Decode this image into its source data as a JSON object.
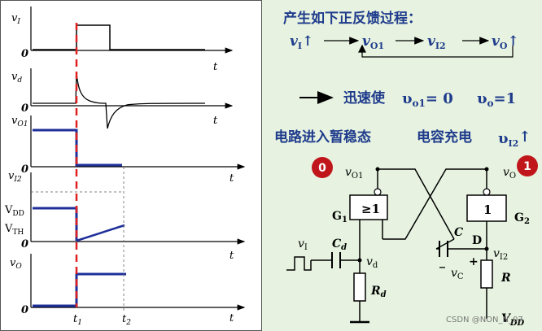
{
  "timing": {
    "vI": "v",
    "vI_sub": "I",
    "vd": "v",
    "vd_sub": "d",
    "vO1": "v",
    "vO1_sub": "O1",
    "vI2": "v",
    "vI2_sub": "I2",
    "vO": "v",
    "vO_sub": "O",
    "zero": "0",
    "t": "t",
    "vdd": "V",
    "vdd_sub": "DD",
    "vth": "V",
    "vth_sub": "TH",
    "t1": "t",
    "t1_sub": "1",
    "t2": "t",
    "t2_sub": "2"
  },
  "right": {
    "heading": "产生如下正反馈过程：",
    "chain": {
      "v": "v",
      "sub_I": "I",
      "sub_O1": "O1",
      "sub_I2": "I2",
      "sub_O": "O",
      "up": "↑"
    },
    "fast_text": "迅速使",
    "fast_eq1": "υ",
    "fast_eq1_sub": "o1",
    "fast_eq1_val": "= 0",
    "fast_eq2": "υ",
    "fast_eq2_sub": "o",
    "fast_eq2_val": "=1",
    "state_text": "电路进入暂稳态",
    "charge_text": "电容充电",
    "charge_var": "υ",
    "charge_sub": "I2",
    "charge_up": "↑"
  },
  "circuit": {
    "badge0": "0",
    "badge1": "1",
    "vO1": "v",
    "vO1_sub": "O1",
    "vO": "v",
    "vO_sub": "O",
    "g1_label": "≥1",
    "g1_name": "G",
    "g1_sub": "1",
    "g2_label": "1",
    "g2_name": "G",
    "g2_sub": "2",
    "vI": "v",
    "vI_sub": "I",
    "Cd": "C",
    "Cd_sub": "d",
    "vd": "v",
    "vd_sub": "d",
    "Rd": "R",
    "Rd_sub": "d",
    "C": "C",
    "D": "D",
    "vI2": "v",
    "vI2_sub": "I2",
    "plus": "+",
    "minus": "_",
    "vC": "v",
    "vC_sub": "C",
    "R": "R",
    "VDD": "V",
    "VDD_sub": "DD"
  },
  "watermark": "CSDN @NON_N_07",
  "colors": {
    "right_bg": "#e7f3e0",
    "blue_text": "#1f3b8c",
    "wave_blue": "#1f2f9a",
    "dash_red": "#e02020",
    "badge_red": "#c0161b"
  }
}
